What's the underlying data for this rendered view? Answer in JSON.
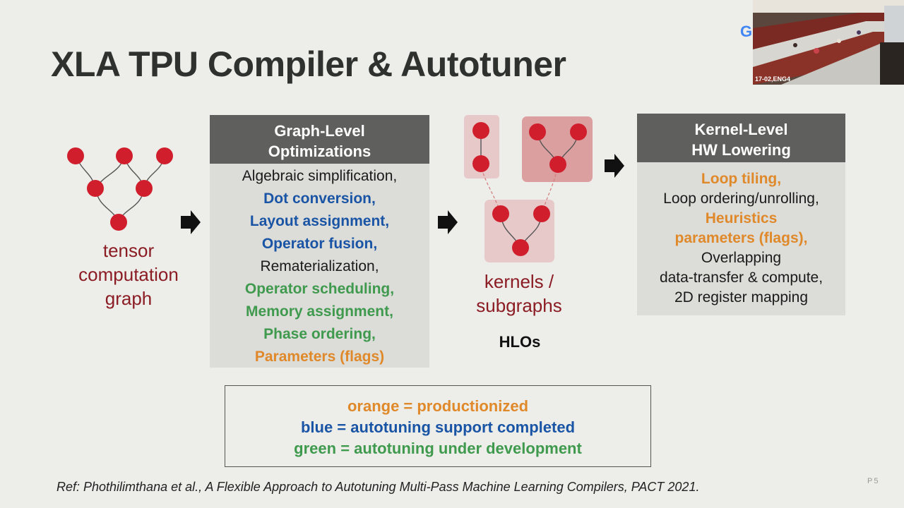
{
  "slide": {
    "title": "XLA TPU Compiler & Autotuner",
    "logo_text": "G",
    "webcam_label": "17-02,ENG4",
    "graph_label": "tensor\ncomputation\ngraph",
    "kernels_label": "kernels /\nsubgraphs",
    "hlos_label": "HLOs",
    "graph_box": {
      "header": "Graph-Level\nOptimizations",
      "items": [
        {
          "text": "Algebraic simplification,",
          "color": "black"
        },
        {
          "text": "Dot conversion,",
          "color": "blue"
        },
        {
          "text": "Layout assignment,",
          "color": "blue"
        },
        {
          "text": "Operator fusion,",
          "color": "blue"
        },
        {
          "text": "Rematerialization,",
          "color": "black"
        },
        {
          "text": "Operator scheduling,",
          "color": "green"
        },
        {
          "text": "Memory assignment,",
          "color": "green"
        },
        {
          "text": "Phase ordering,",
          "color": "green"
        },
        {
          "text": "Parameters (flags)",
          "color": "orange"
        }
      ]
    },
    "kernel_box": {
      "header": "Kernel-Level\nHW Lowering",
      "items": [
        {
          "text": "Loop tiling,",
          "color": "orange"
        },
        {
          "text": "Loop ordering/unrolling,",
          "color": "black"
        },
        {
          "text": "Heuristics",
          "color": "orange"
        },
        {
          "text": "parameters (flags),",
          "color": "orange"
        },
        {
          "text": "Overlapping",
          "color": "black"
        },
        {
          "text": "data-transfer & compute,",
          "color": "black"
        },
        {
          "text": "2D register mapping",
          "color": "black"
        }
      ]
    },
    "legend": {
      "orange": "orange = productionized",
      "blue": "blue = autotuning support completed",
      "green": "green = autotuning under development"
    },
    "reference": "Ref: Phothilimthana et al., A Flexible Approach to Autotuning Multi-Pass Machine Learning Compilers, PACT 2021.",
    "page_number": "P5"
  },
  "colors": {
    "node": "#d01e2c",
    "label_dark_red": "#8b1c24",
    "header_gray": "#5f605e",
    "box_gray": "#dcdcd9",
    "blue": "#1a55a5",
    "green": "#3f9a4e",
    "orange": "#e0892a"
  }
}
